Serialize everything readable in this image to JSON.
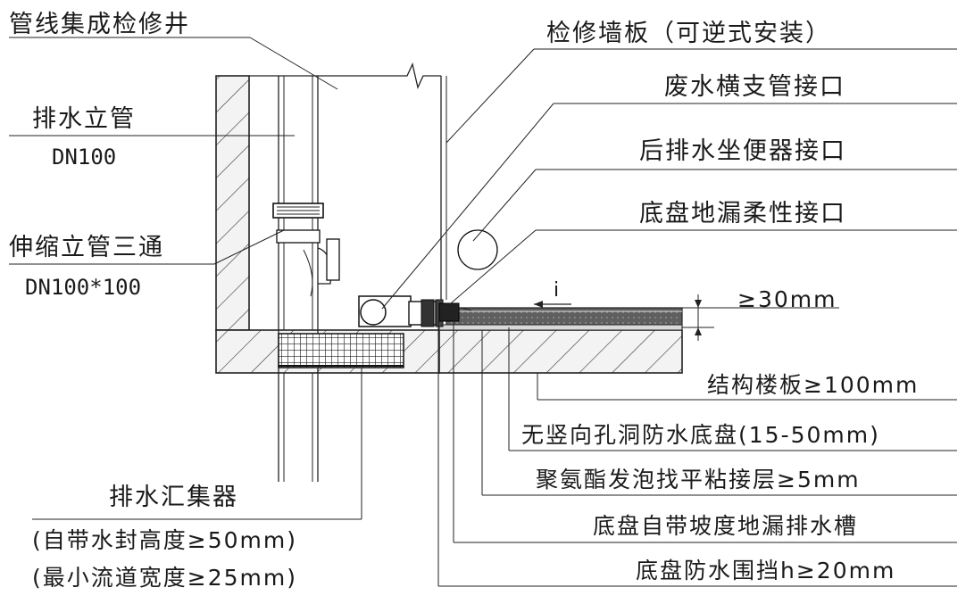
{
  "labels": {
    "well": "管线集成检修井",
    "riser_title": "排水立管",
    "riser_size": "DN100",
    "tee_title": "伸缩立管三通",
    "tee_size": "DN100*100",
    "collector_title": "排水汇集器",
    "collector_note1": "(自带水封高度≥50mm)",
    "collector_note2": "(最小流道宽度≥25mm)",
    "panel": "检修墙板（可逆式安装）",
    "waste_inlet": "废水横支管接口",
    "toilet_inlet": "后排水坐便器接口",
    "drain_inlet": "底盘地漏柔性接口",
    "thickness": "≥30mm",
    "slab": "结构楼板≥100mm",
    "tray": "无竖向孔洞防水底盘(15-50mm)",
    "pu_layer": "聚氨酯发泡找平粘接层≥5mm",
    "trough": "底盘自带坡度地漏排水槽",
    "dam": "底盘防水围挡h≥20mm",
    "slope_mark": "i"
  }
}
